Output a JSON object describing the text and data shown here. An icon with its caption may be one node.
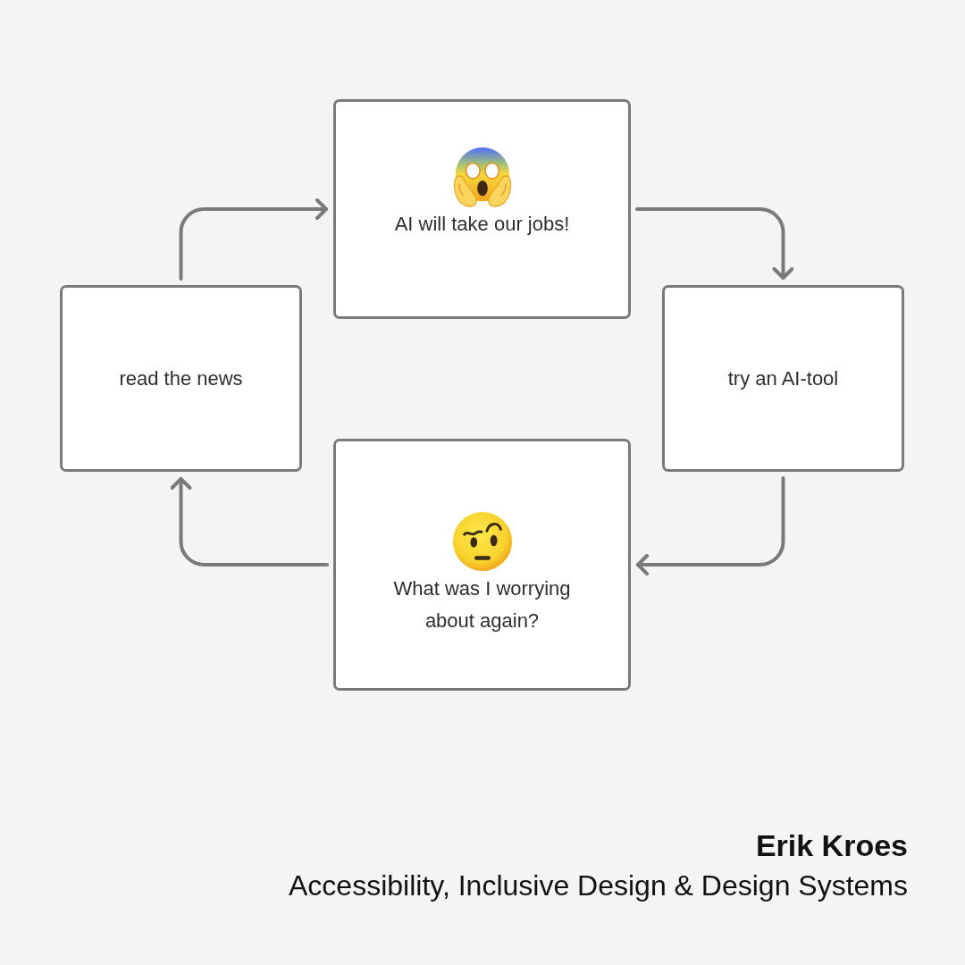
{
  "diagram": {
    "nodes": [
      {
        "text": [
          "AI will take our jobs!"
        ]
      },
      {
        "text": [
          "read the news"
        ]
      },
      {
        "text": [
          "try an AI-tool"
        ]
      },
      {
        "text": [
          "What was I worrying about again?"
        ]
      }
    ],
    "edges": [
      {
        "from": 1,
        "to": 0,
        "arrow": "to"
      },
      {
        "from": 0,
        "to": 2,
        "arrow": "to"
      },
      {
        "from": 2,
        "to": 3,
        "arrow": "to"
      },
      {
        "from": 3,
        "to": 1,
        "arrow": "to"
      }
    ],
    "labels": [
      "Erik Kroes",
      "Accessibility, Inclusive Design & Design Systems"
    ]
  }
}
